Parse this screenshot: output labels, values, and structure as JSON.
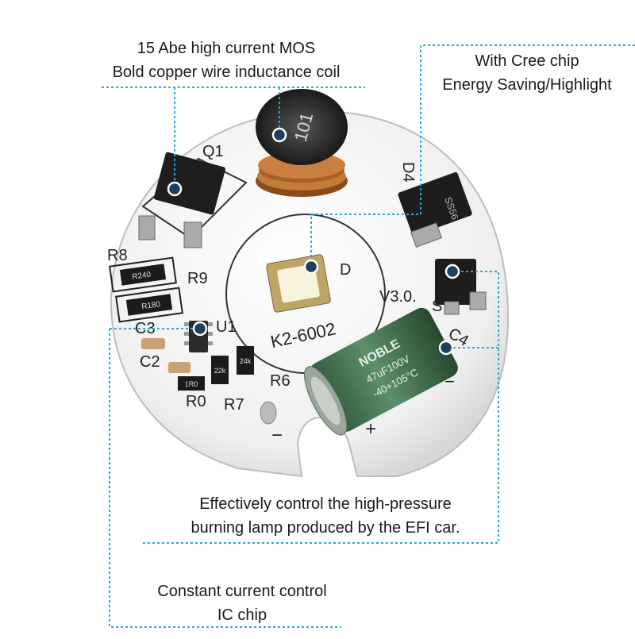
{
  "callouts": {
    "mos": {
      "line1": "15 Abe high current MOS",
      "line2": "Bold copper wire inductance coil"
    },
    "cree": {
      "line1": "With Cree chip",
      "line2": "Energy Saving/Highlight"
    },
    "efi": {
      "line1": "Effectively control the high-pressure",
      "line2": "burning lamp produced by the EFI car."
    },
    "ic": {
      "line1": "Constant current control",
      "line2": "IC chip"
    }
  },
  "board_labels": {
    "q1": "Q1",
    "r8": "R8",
    "r9": "R9",
    "c3": "C3",
    "u1": "U1",
    "c2": "C2",
    "r0": "R0",
    "r7": "R7",
    "r6": "R6",
    "d4": "D4",
    "d": "D",
    "s": "S",
    "c4": "C4",
    "version": "V3.0.",
    "model": "K2-6002",
    "minus": "−",
    "plus": "+",
    "dash": "−",
    "r240": "R240",
    "r180": "R180",
    "code_101": "101",
    "code_1r0": "1R0",
    "code_22": "22k",
    "code_24": "24k",
    "code_ss": "SS56"
  },
  "capacitor": {
    "brand": "NOBLE",
    "rating": "47uF100V",
    "temp": "-40+105°C"
  },
  "colors": {
    "callout_line": "#2aa7d6",
    "board": "#f2f2f2",
    "copper": "#b86a2e",
    "capacitor": "#3f6b4c",
    "dot_fill": "#1f3f5f"
  }
}
